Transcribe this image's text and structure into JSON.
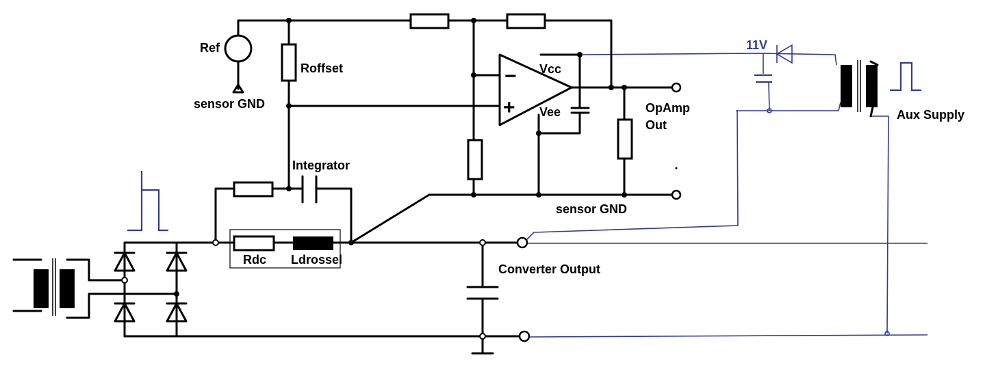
{
  "labels": {
    "ref": "Ref",
    "sensor_gnd_top": "sensor GND",
    "roffset": "Roffset",
    "integrator": "Integrator",
    "vcc": "Vcc",
    "vee": "Vee",
    "opamp_out_line1": "OpAmp",
    "opamp_out_line2": "Out",
    "sensor_gnd_bottom": "sensor GND",
    "rdc": "Rdc",
    "ldrossel": "Ldrossel",
    "converter_output": "Converter Output",
    "voltage_11v": "11V",
    "aux_supply": "Aux Supply",
    "opamp_minus": "−",
    "opamp_plus": "+"
  },
  "colors": {
    "wire": "#000000",
    "aux_wire": "#2f3c8f"
  }
}
